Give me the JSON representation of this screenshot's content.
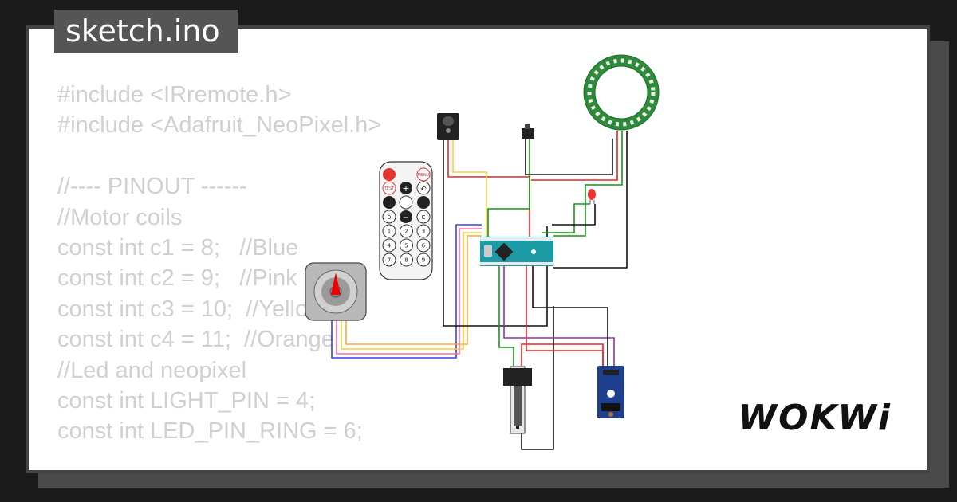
{
  "title": "sketch.ino",
  "code_lines": [
    "#include <IRremote.h>",
    "#include <Adafruit_NeoPixel.h>",
    "",
    "//---- PINOUT ------",
    "//Motor coils",
    "const int c1 = 8;   //Blue",
    "const int c2 = 9;   //Pink",
    "const int c3 = 10;  //Yellow",
    "const int c4 = 11;  //Orange",
    "//Led and neopixel",
    "const int LIGHT_PIN = 4;",
    "const int LED_PIN_RING = 6;"
  ],
  "logo": "WOKWi",
  "remote": {
    "power_icon": "power-icon",
    "menu_label": "MENU",
    "test_label": "TEST",
    "plus_label": "+",
    "minus_label": "−",
    "back_label": "↶",
    "c_label": "C",
    "zero_label": "0",
    "digits": [
      "1",
      "2",
      "3",
      "4",
      "5",
      "6",
      "7",
      "8",
      "9"
    ]
  },
  "colors": {
    "blue": "#3344dd",
    "pink": "#ff66aa",
    "yellow": "#f6cf3a",
    "orange": "#ffaa33",
    "red": "#ee2222",
    "green": "#119911",
    "black": "#111111",
    "arduino": "#1c9aa6"
  }
}
